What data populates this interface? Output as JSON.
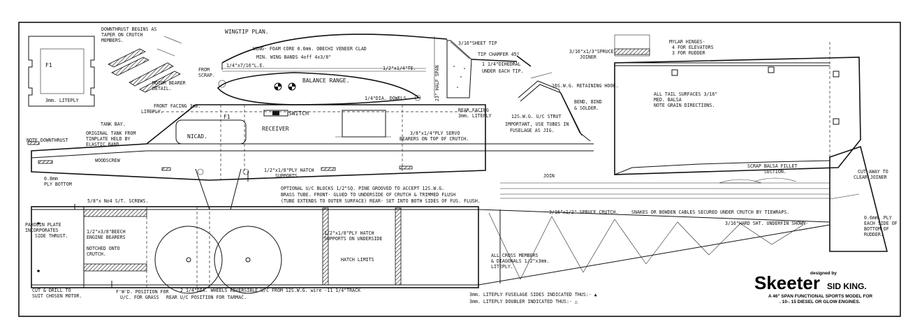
{
  "title": {
    "designed_by": "designed by",
    "name": "Skeeter",
    "designer": "SID KING.",
    "line1": "A 46\" SPAN FUNCTIONAL SPORTS MODEL FOR",
    "line2": ". 10-. 15 DIESEL OR GLOW ENGINES."
  },
  "labels": {
    "downthrust_begins": "DOWNTHRUST BEGINS AS",
    "taper_on_crutch": "TAPER ON CRUTCH",
    "members": "MEMBERS.",
    "f1_former": "F1",
    "liteply_3mm": "3mm. LITEPLY",
    "motor_bearer": "MOTOR BEARER",
    "detail": "DETAIL.",
    "wingtip_plan": "WINGTIP PLAN.",
    "wing_foam": "WING- FOAM CORE 0.6mm. OBECHI  VENEER CLAD",
    "wing_bands": "MIN. WING BANDS 4off 4x3/8\"",
    "le_quarter": "1/4\"x7/16\"L.E.",
    "te_half": "1/2\"x1/4\"TE.",
    "half_span": "23\" HALF SPAN",
    "sheet_tip": "3/16\"SHEET TIP",
    "tip_chamfer": "TIP CHAMFER 45º",
    "dihedral": "1 1/4\"DIHEDRAL",
    "under_each_tip": "UNDER EACH TIP.",
    "from_scrap": "FROM",
    "scrap": "SCRAP.",
    "balance_range": "BALANCE RANGE.",
    "dowels": "1/4\"DIA. DOWELS",
    "front_facing": "FRONT FACING 3mm.",
    "liteply": "LITEPLY.",
    "f1": "F1",
    "switch": "SWITCH",
    "receiver": "RECEIVER",
    "tank_bay": "TANK BAY.",
    "original_tank": "ORIGINAL TANK FROM",
    "tinplate": "TINPLATE HELD BY",
    "elastic_band": "ELASTIC BAND.",
    "nicad": "NICAD.",
    "note_downthrust": "NOTE DOWNTHRUST",
    "woodscrew": "WOODSCREW",
    "ply_bottom_1": "0.8mm",
    "ply_bottom_2": "PLY BOTTOM",
    "rear_facing": "REAR FACING",
    "rear_facing_2": "3mm. LITEPLY",
    "servo_bearers": "3/8\"x1/4\"PLY SERVO",
    "servo_bearers_2": "BEARERS ON TOP OF CRUTCH.",
    "hatch_supports": "1/2\"x1/8\"PLY HATCH",
    "hatch_supports_2": "SUPPORTS",
    "retaining_hook": "16S.W.G. RETAINING HOOK.",
    "bend_bind": "BEND, BIND",
    "and_solder": "& SOLDER.",
    "uc_strut": "12S.W.G. U/C STRUT",
    "important_tubes": "IMPORTANT, USE TUBES IN",
    "fuselage_jig": "FUSELAGE AS JIG.",
    "spruce_joiner": "3/16\"x1/3\"SPRUCE",
    "joiner": "JOINER",
    "mylar_hinges": "MYLAR HINGES-",
    "for_elevators": "4 FOR ELEVATORS",
    "for_rudder": "3 FOR RUDDER",
    "tail_surfaces": "ALL TAIL SURFACES 3/16\"",
    "med_balsa": "MED. BALSA",
    "grain_dir": "NOTE GRAIN DIRECTIONS.",
    "join": "JOIN",
    "fillet": "SCRAP BALSA FILLET",
    "section": "SECTION.",
    "cut_away": "CUT AWAY TO",
    "clear_joiner": "CLEAR JOINER",
    "optional_uc": "OPTIONAL U/C BLOCKS 1/2\"SQ. PINE GROOVED TO ACCEPT 12S.W.G.",
    "brass_tube": "BRASS TUBE. FRONT- GLUED TO UNDERSIDE OF CRUTCH & TRIMMED FLUSH",
    "tube_extends": "(TUBE EXTENDS TO OUTER SURFACE) REAR- SET INTO BOTH SIDES OF FUS. FLUSH.",
    "st_screws": "5/8\"x No4 S/T. SCREWS.",
    "paxolin_1": "PAXOLIN PLATE",
    "paxolin_2": "INCORPORATES",
    "paxolin_3": "SIDE THRUST.",
    "beech_1": "1/2\"x3/8\"BEECH",
    "beech_2": "ENGINE BEARERS",
    "notched_1": "NOTCHED ONTO",
    "notched_2": "CRUTCH.",
    "spruce_crutch": "3/16\"x1/2\" SPRUCE CRUTCH.",
    "snakes": "SNAKES OR BOWDEN CABLES SECURED UNDER CRUTCH BY TIEWRAPS.",
    "underfin": "3/16\"HARD SHT. UNDERFIN SHOWN-",
    "hatch_underside_1": "1/2\"x1/8\"PLY HATCH",
    "hatch_underside_2": "SUPPORTS ON UNDERSIDE",
    "hatch_limits": "HATCH LIMITS",
    "cross_1": "ALL CROSS MEMBERS",
    "cross_2": "& DIAGONALS 1/2\"x3mm.",
    "cross_3": "LITEPLY.",
    "ply_06_1": "0.6mm. PLY",
    "ply_06_2": "EACH SIDE OF",
    "ply_06_3": "BOTTOM OF",
    "ply_06_4": "RUDDER.",
    "cut_drill_1": "CUT & DRILL TO",
    "cut_drill_2": "SUIT CHOSEN MOTOR.",
    "fwd_pos_1": "F'W'D. POSITION FOR",
    "fwd_pos_2": "U/C. FOR GRASS",
    "wheels": "2 1/4\"DIA. WHEELS REVERSIBLE    U/C FROM 12S.W.G. wire -11 1/4\"TRACK",
    "rear_pos": "REAR U/C POSITION FOR TARMAC.",
    "liteply_sides": "3mm. LITEPLY FUSELAGE SIDES INDICATED THUS:- ▲",
    "liteply_doubler": "3mm. LITEPLY DOUBLER INDICATED THUS:- △"
  }
}
